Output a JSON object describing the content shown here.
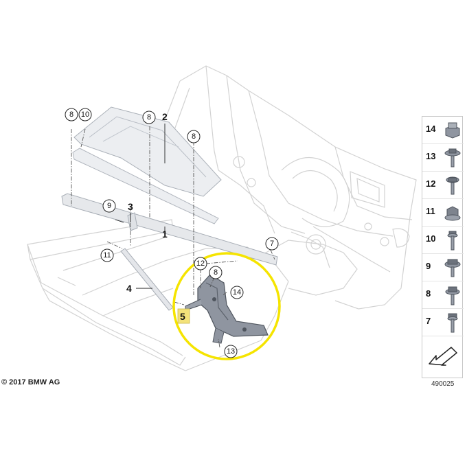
{
  "diagram": {
    "callouts": [
      "1",
      "2",
      "3",
      "4",
      "5",
      "7",
      "8",
      "9",
      "10",
      "11",
      "12",
      "13",
      "14"
    ],
    "highlighted_part": "5"
  },
  "parts_panel": {
    "rows": [
      {
        "num": "14",
        "icon": "clip-nut-icon"
      },
      {
        "num": "13",
        "icon": "screw-washer-icon"
      },
      {
        "num": "12",
        "icon": "flange-screw-icon"
      },
      {
        "num": "11",
        "icon": "hex-collar-nut-icon"
      },
      {
        "num": "10",
        "icon": "bolt-icon"
      },
      {
        "num": "9",
        "icon": "hex-collar-bolt-icon"
      },
      {
        "num": "8",
        "icon": "flange-bolt-icon"
      },
      {
        "num": "7",
        "icon": "hex-bolt-icon"
      }
    ],
    "arrow_icon": "direction-arrow-icon"
  },
  "footer": {
    "copyright": "© 2017 BMW AG",
    "diagram_id": "490025"
  },
  "colors": {
    "highlight_ring": "#f5e400",
    "highlight_box": "#f3e27a",
    "body_line": "#d4d4d4",
    "part_fill": "#8f95a0",
    "part_dark": "#5c626c"
  }
}
